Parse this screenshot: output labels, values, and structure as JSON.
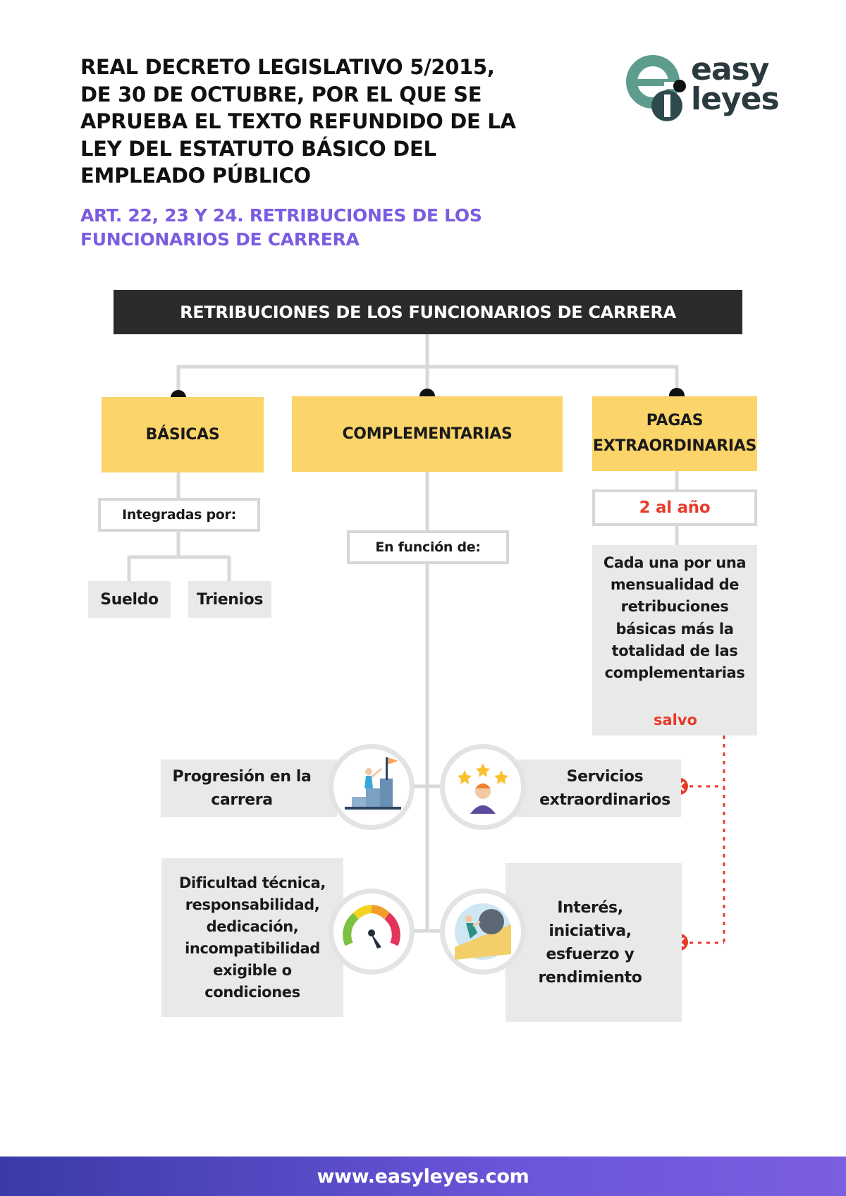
{
  "header": {
    "title": "REAL DECRETO LEGISLATIVO 5/2015, DE 30 DE OCTUBRE, POR EL QUE SE APRUEBA EL TEXTO REFUNDIDO DE LA LEY DEL ESTATUTO BÁSICO DEL EMPLEADO PÚBLICO",
    "subtitle": "ART. 22, 23 Y 24. RETRIBUCIONES DE LOS FUNCIONARIOS DE CARRERA",
    "logo_line1": "easy",
    "logo_line2": "leyes"
  },
  "diagram": {
    "root": "RETRIBUCIONES DE LOS FUNCIONARIOS DE CARRERA",
    "basicas": {
      "label": "BÁSICAS",
      "connector": "Integradas por:",
      "items": [
        "Sueldo",
        "Trienios"
      ]
    },
    "complementarias": {
      "label": "COMPLEMENTARIAS",
      "connector": "En función de:",
      "items": [
        "Progresión en la carrera",
        "Servicios extraordinarios",
        "Dificultad técnica, responsabilidad, dedicación, incompatibilidad exigible o condiciones",
        "Interés, iniciativa, esfuerzo y rendimiento"
      ]
    },
    "pagas": {
      "label": "PAGAS EXTRAORDINARIAS",
      "count": "2 al año",
      "description": "Cada una por una mensualidad de retribuciones básicas más la totalidad de las complementarias",
      "exception": "salvo"
    }
  },
  "footer": {
    "url": "www.easyleyes.com"
  },
  "colors": {
    "yellow": "#fbd46a",
    "purple": "#7b5ce0",
    "red": "#e83a2a",
    "grey": "#e9e9e9",
    "dark": "#2b2b2b"
  }
}
